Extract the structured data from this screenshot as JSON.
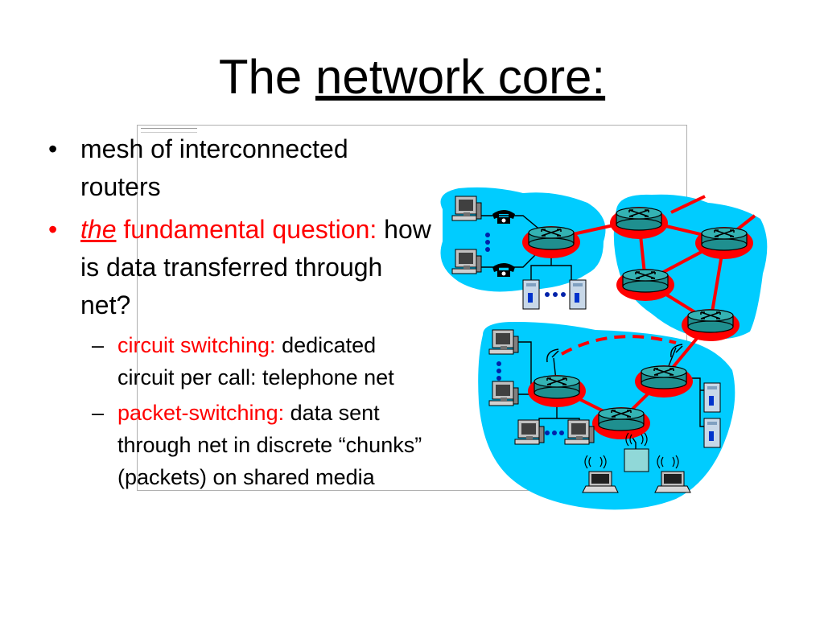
{
  "slide": {
    "title_prefix": "The ",
    "title_underlined": "network core:"
  },
  "bullets": {
    "b1_mark": "•",
    "b1_text": "mesh of interconnected routers",
    "b2_mark": "•",
    "b2_the": "the",
    "b2_red": " fundamental question:",
    "b2_black": " how is data transferred through net?",
    "s1_mark": "–",
    "s1_red": "circuit switching:",
    "s1_black": " dedicated circuit per call: telephone net",
    "s2_mark": "–",
    "s2_red": "packet-switching:",
    "s2_black": " data sent through net in discrete “chunks” (packets) on shared media"
  },
  "colors": {
    "accent_red": "#ff0000",
    "cloud_blue": "#00ccff",
    "router_teal": "#20a0a0",
    "router_ring": "#ff0000"
  },
  "icons": {
    "router": "router-icon",
    "host": "desktop-computer-icon",
    "phone": "telephone-icon",
    "server": "server-icon",
    "laptop": "laptop-icon",
    "antenna": "satellite-dish-icon"
  }
}
